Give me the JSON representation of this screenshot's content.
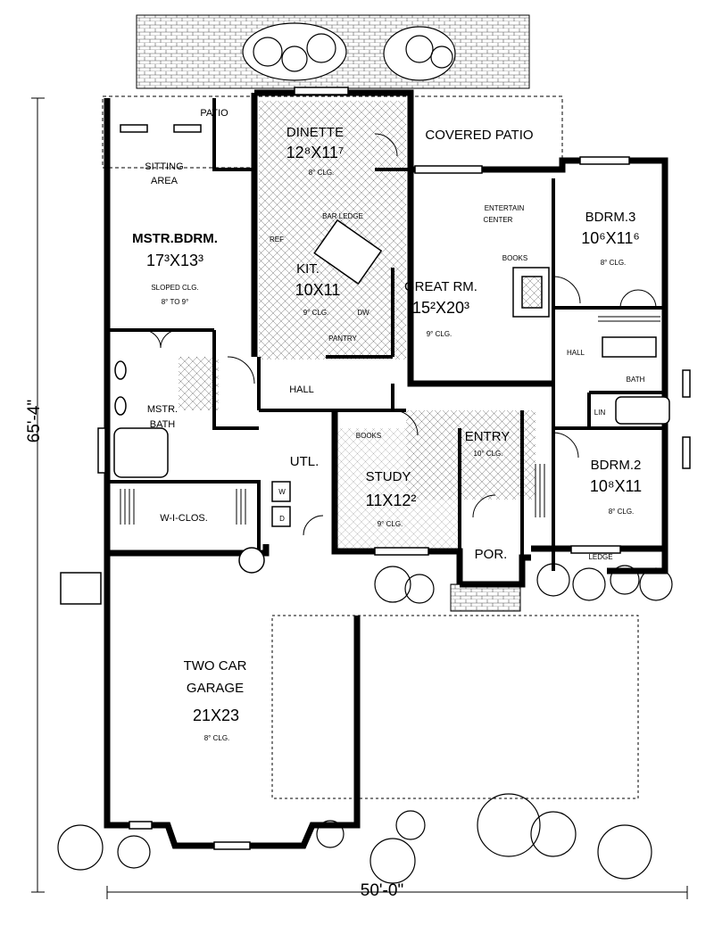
{
  "rooms": {
    "patio": "PATIO",
    "sitting": [
      "SITTING",
      "AREA"
    ],
    "mstr_bdrm": {
      "name": "MSTR.BDRM.",
      "size": "17³X13³",
      "clg": [
        "SLOPED CLG.",
        "8° TO 9°"
      ]
    },
    "dinette": {
      "name": "DINETTE",
      "size": "12⁸X11⁷",
      "clg": "8° CLG."
    },
    "covered_patio": "COVERED  PATIO",
    "entertain": [
      "ENTERTAIN",
      "CENTER"
    ],
    "bdrm3": {
      "name": "BDRM.3",
      "size": "10⁶X11⁶",
      "clg": "8° CLG."
    },
    "bar_ledge": "BAR LEDGE",
    "ref": "REF",
    "kit": {
      "name": "KIT.",
      "size": "10X11",
      "clg": "9° CLG."
    },
    "dw": "DW",
    "pantry": "PANTRY",
    "books_gr": "BOOKS",
    "great_rm": {
      "name": "GREAT RM.",
      "size": "15²X20³",
      "clg": "9° CLG."
    },
    "hall_right": "HALL",
    "bath": "BATH",
    "lin": "LIN",
    "hall_center": "HALL",
    "mstr_bath": [
      "MSTR.",
      "BATH"
    ],
    "books_study": "BOOKS",
    "entry": {
      "name": "ENTRY",
      "clg": "10° CLG."
    },
    "utl": "UTL.",
    "w": "W",
    "d": "D",
    "study": {
      "name": "STUDY",
      "size": "11X12²",
      "clg": "9° CLG."
    },
    "bdrm2": {
      "name": "BDRM.2",
      "size": "10⁸X11",
      "clg": "8° CLG."
    },
    "wiclos": "W-I-CLOS.",
    "por": "POR.",
    "ledge": "LEDGE",
    "garage": {
      "name": [
        "TWO CAR",
        "GARAGE"
      ],
      "size": "21X23",
      "clg": "8° CLG."
    }
  },
  "dimensions": {
    "width": "50'-0\"",
    "depth": "65'-4\""
  }
}
